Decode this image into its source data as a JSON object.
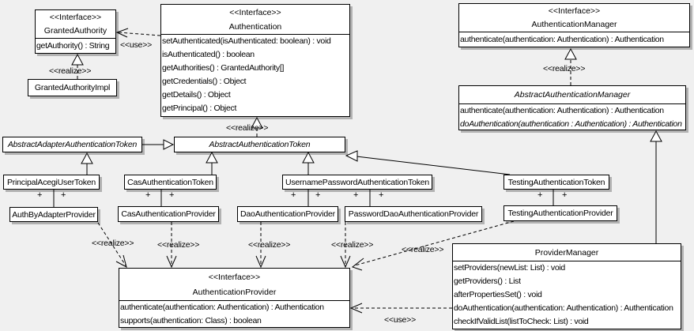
{
  "labels": {
    "use": "<<use>>",
    "realize": "<<realize>>",
    "plus": "+"
  },
  "classes": {
    "granted_authority": {
      "stereotype": "<<Interface>>",
      "name": "GrantedAuthority",
      "methods": [
        "getAuthority() : String"
      ]
    },
    "granted_authority_impl": {
      "name": "GrantedAuthorityImpl"
    },
    "authentication": {
      "stereotype": "<<Interface>>",
      "name": "Authentication",
      "methods": [
        "setAuthenticated(isAuthenticated: boolean) : void",
        "isAuthenticated() : boolean",
        "getAuthorities() : GrantedAuthority[]",
        "getCredentials() : Object",
        "getDetails() : Object",
        "getPrincipal() : Object"
      ]
    },
    "authentication_manager": {
      "stereotype": "<<Interface>>",
      "name": "AuthenticationManager",
      "methods": [
        "authenticate(authentication: Authentication) : Authentication"
      ]
    },
    "abstract_authentication_manager": {
      "name": "AbstractAuthenticationManager",
      "methods": [
        "authenticate(authentication: Authentication) : Authentication",
        "doAuthentication(authentication : Authentication) : Authentication"
      ]
    },
    "abstract_adapter_authentication_token": {
      "name": "AbstractAdapterAuthenticationToken"
    },
    "abstract_authentication_token": {
      "name": "AbstractAuthenticationToken"
    },
    "principal_acegi_user_token": {
      "name": "PrincipalAcegiUserToken"
    },
    "cas_authentication_token": {
      "name": "CasAuthenticationToken"
    },
    "username_password_authentication_token": {
      "name": "UsernamePasswordAuthenticationToken"
    },
    "testing_authentication_token": {
      "name": "TestingAuthenticationToken"
    },
    "auth_by_adapter_provider": {
      "name": "AuthByAdapterProvider"
    },
    "cas_authentication_provider": {
      "name": "CasAuthenticationProvider"
    },
    "dao_authentication_provider": {
      "name": "DaoAuthenticationProvider"
    },
    "password_dao_authentication_provider": {
      "name": "PasswordDaoAuthenticationProvider"
    },
    "testing_authentication_provider": {
      "name": "TestingAuthenticationProvider"
    },
    "authentication_provider": {
      "stereotype": "<<Interface>>",
      "name": "AuthenticationProvider",
      "methods": [
        "authenticate(authentication: Authentication) : Authentication",
        "supports(authentication: Class) : boolean"
      ]
    },
    "provider_manager": {
      "name": "ProviderManager",
      "methods": [
        "setProviders(newList: List) : void",
        "getProviders() : List",
        "afterPropertiesSet() : void",
        "doAuthentication(authentication: Authentication) : Authentication",
        "checkIfValidList(listToCheck: List) : void"
      ]
    }
  },
  "colors": {
    "background": "#f0f0f0",
    "box_fill": "#ffffff",
    "line": "#000000",
    "shadow": "#b2b2b2"
  }
}
